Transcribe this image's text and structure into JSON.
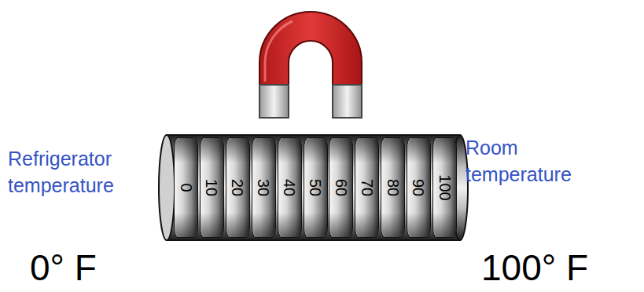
{
  "diagram": {
    "nodes": [
      {
        "text": [
          "0"
        ]
      },
      {
        "text": [
          "10"
        ]
      },
      {
        "text": [
          "20"
        ]
      },
      {
        "text": [
          "30"
        ]
      },
      {
        "text": [
          "40"
        ]
      },
      {
        "text": [
          "50"
        ]
      },
      {
        "text": [
          "60"
        ]
      },
      {
        "text": [
          "70"
        ]
      },
      {
        "text": [
          "80"
        ]
      },
      {
        "text": [
          "90"
        ]
      },
      {
        "text": [
          "100"
        ]
      }
    ],
    "labels": [
      "Refrigerator temperature",
      "Room temperature",
      "0° F",
      "100° F"
    ]
  }
}
